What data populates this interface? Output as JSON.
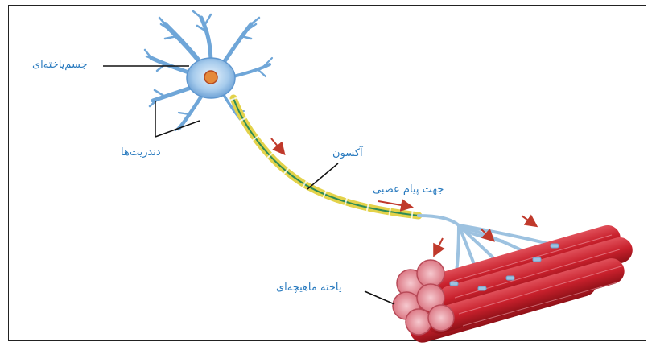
{
  "labels": {
    "cell_body": "جسم‌یاخته‌ای",
    "dendrites": "دندریت‌ها",
    "axon": "آکسون",
    "signal_direction": "جهت پیام عصبی",
    "muscle_cell": "یاخته ماهیچه‌ای"
  },
  "colors": {
    "label_text": "#2a7bbf",
    "neuron": "#7fb2e0",
    "axon_myelin": "#e3d24a",
    "muscle": "#c8202c",
    "arrow": "#c0392b",
    "leader_line": "#111111"
  }
}
